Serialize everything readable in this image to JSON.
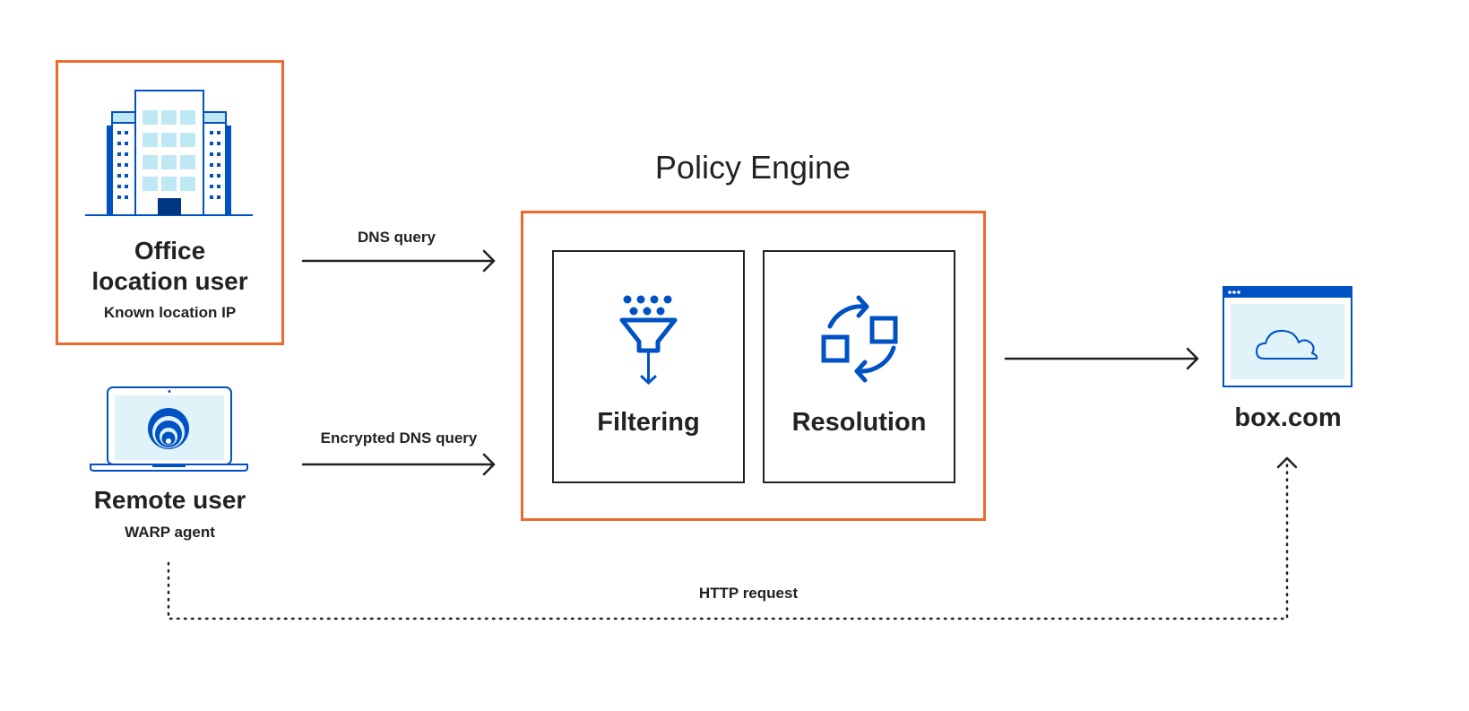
{
  "office": {
    "title": "Office\nlocation user",
    "subtitle": "Known location IP",
    "icon": "office-building-icon"
  },
  "remote": {
    "title": "Remote user",
    "subtitle": "WARP agent",
    "icon": "laptop-warp-icon"
  },
  "arrows": {
    "dns_query": "DNS query",
    "encrypted_dns_query": "Encrypted DNS query",
    "http_request": "HTTP request"
  },
  "policy_engine": {
    "title": "Policy Engine",
    "cards": [
      {
        "label": "Filtering",
        "icon": "filter-funnel-icon"
      },
      {
        "label": "Resolution",
        "icon": "resolution-cycle-icon"
      }
    ]
  },
  "destination": {
    "label": "box.com",
    "icon": "browser-cloud-icon"
  },
  "colors": {
    "accent_orange": "#EE6A2B",
    "icon_blue": "#0051C3",
    "light_blue": "#BEE9F4",
    "text_dark": "#222222"
  }
}
